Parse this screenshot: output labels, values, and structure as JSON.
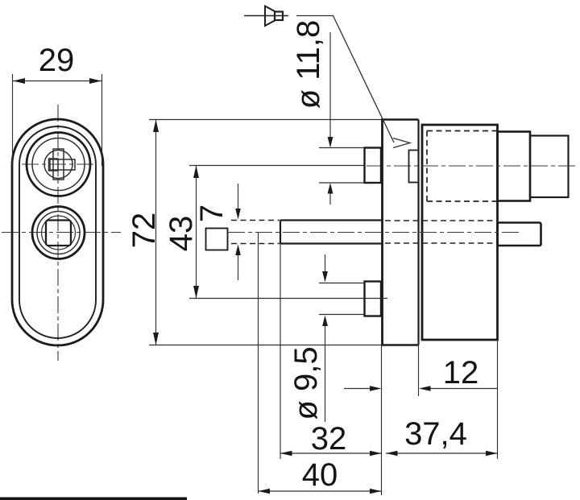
{
  "drawing": {
    "dimensions": {
      "front_width": "29",
      "height": "72",
      "centers_distance": "43",
      "square_spindle": "7",
      "pin_diameter_top": "ø 11,8",
      "pin_diameter_bottom": "ø 9,5",
      "flange_thickness": "12",
      "spindle_protrusion": "32",
      "housing_depth": "37,4",
      "spindle_length": "40"
    },
    "colors": {
      "line": "#1b1b1b",
      "background": "#ffffff"
    }
  }
}
